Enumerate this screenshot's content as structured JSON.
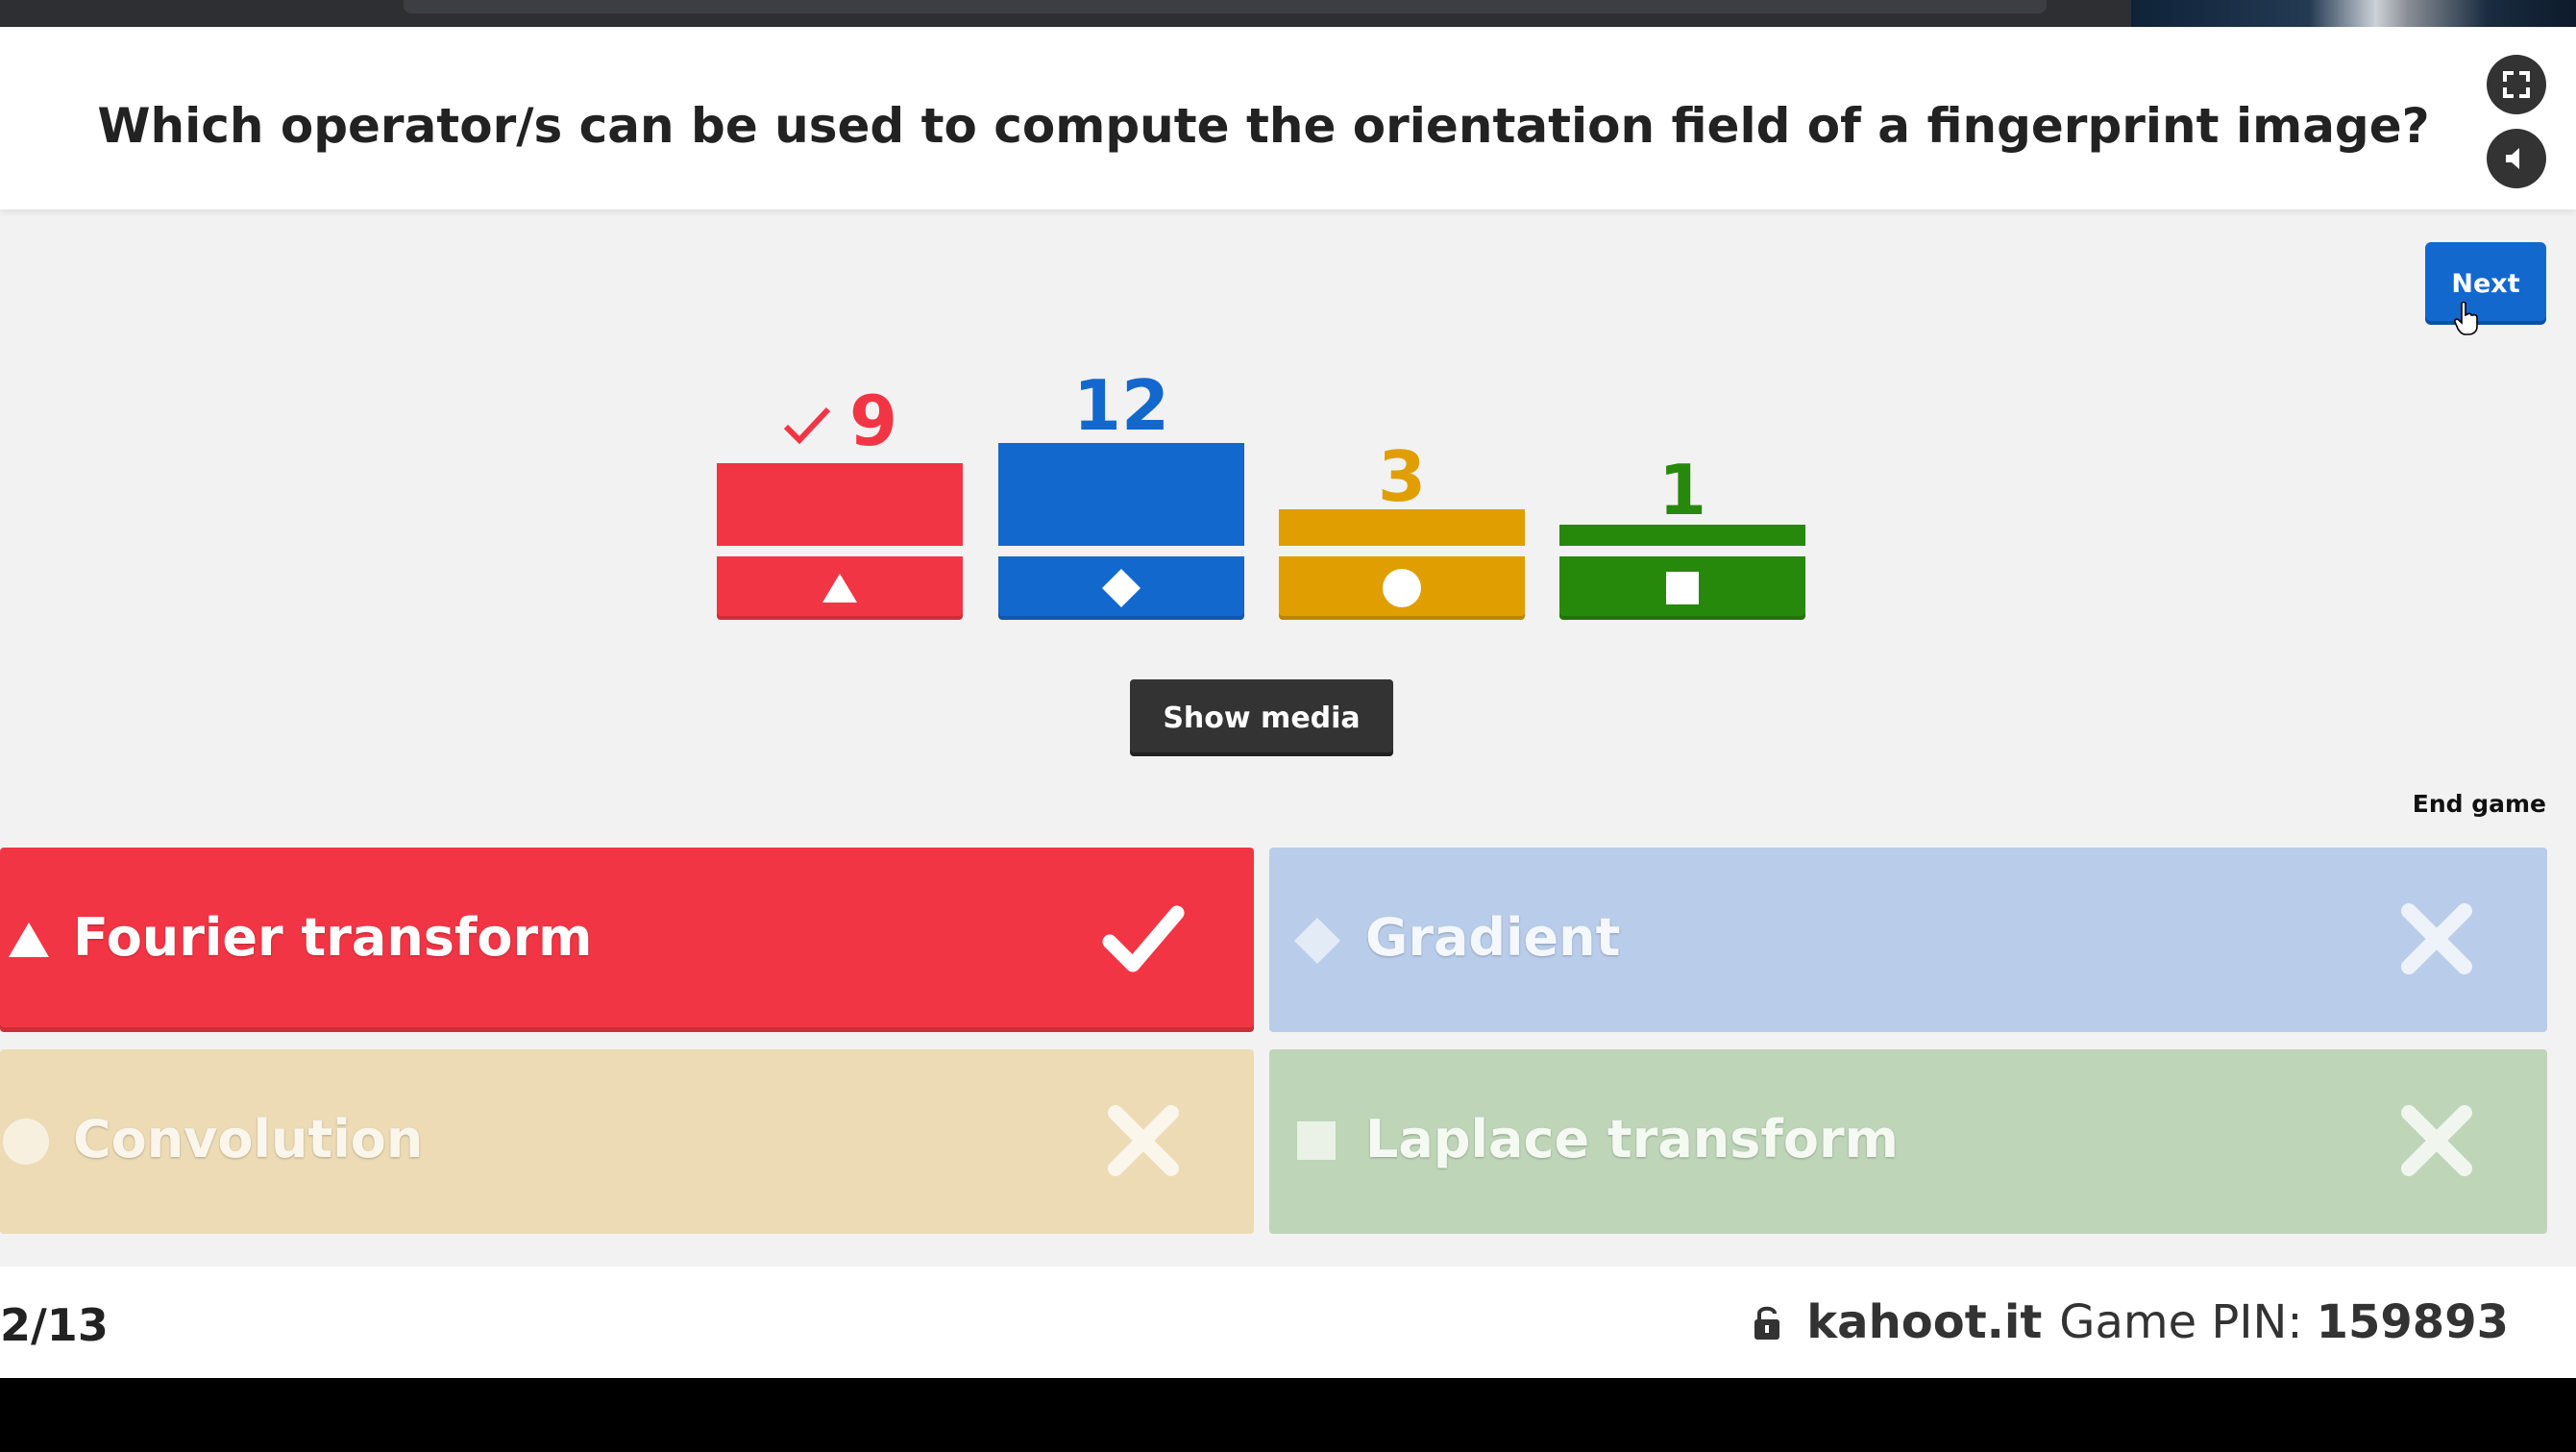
{
  "question": {
    "text": "Which operator/s can be used to compute the orientation field of a fingerprint image?"
  },
  "controls": {
    "next_label": "Next",
    "show_media_label": "Show media",
    "end_game_label": "End game"
  },
  "results": [
    {
      "count": "9",
      "shape": "triangle-icon",
      "color": "#f23545",
      "correct": true,
      "value": 9
    },
    {
      "count": "12",
      "shape": "diamond-icon",
      "color": "#1368ce",
      "correct": false,
      "value": 12
    },
    {
      "count": "3",
      "shape": "circle-icon",
      "color": "#e09e00",
      "correct": false,
      "value": 3
    },
    {
      "count": "1",
      "shape": "square-icon",
      "color": "#26890c",
      "correct": false,
      "value": 1
    }
  ],
  "answers": [
    {
      "label": "Fourier transform",
      "shape": "triangle-icon",
      "color": "#f23545",
      "correct": true
    },
    {
      "label": "Gradient",
      "shape": "diamond-icon",
      "color": "#b9cdea",
      "correct": false
    },
    {
      "label": "Convolution",
      "shape": "circle-icon",
      "color": "#ecdbb5",
      "correct": false
    },
    {
      "label": "Laplace transform",
      "shape": "square-icon",
      "color": "#bed5b8",
      "correct": false
    }
  ],
  "footer": {
    "counter": "2/13",
    "site": "kahoot.it",
    "pin_label": "Game PIN:",
    "pin_value": "159893"
  }
}
